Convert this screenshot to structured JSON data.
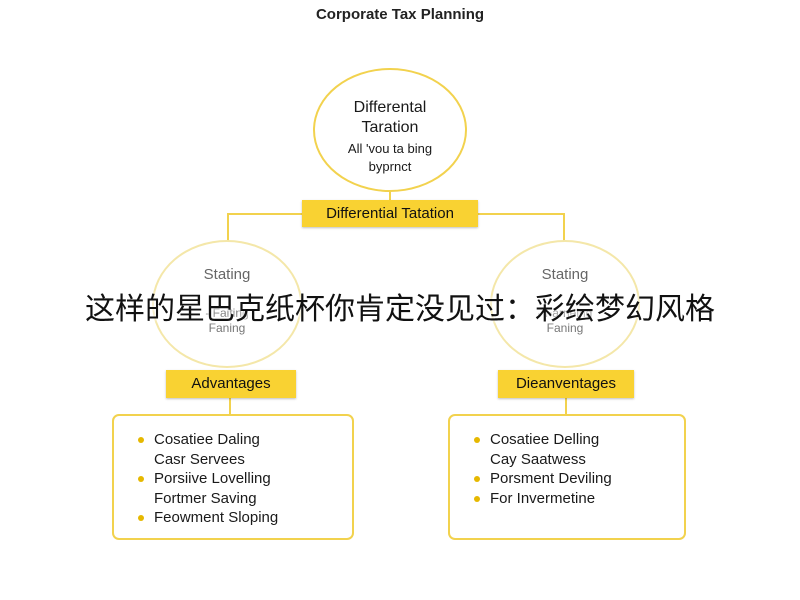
{
  "title": "Corporate Tax Planning",
  "top_node": {
    "heading_line1": "Differental",
    "heading_line2": "Taration",
    "sub_line1": "All 'vou ta bing",
    "sub_line2": "byprnct"
  },
  "center_label": "Differential Tatation",
  "left_node": {
    "line1": "Stating",
    "line2": "- Faiting",
    "line3": "Faning"
  },
  "right_node": {
    "line1": "Stating",
    "line2": "- Farneing",
    "line3": "Faning"
  },
  "advantages": {
    "label": "Advantages",
    "items": [
      {
        "text": "Cosatiee Daling",
        "bullet": true
      },
      {
        "text": "Casr Servees",
        "bullet": false
      },
      {
        "text": "Porsiive Lovelling",
        "bullet": true
      },
      {
        "text": "Fortmer Saving",
        "bullet": false
      },
      {
        "text": "Feowment Sloping",
        "bullet": true
      }
    ]
  },
  "disadvantages": {
    "label": "Dieanventages",
    "items": [
      {
        "text": "Cosatiee Delling",
        "bullet": true
      },
      {
        "text": "Cay Saatwess",
        "bullet": false
      },
      {
        "text": "Porsment Deviling",
        "bullet": true
      },
      {
        "text": "For Invermetine",
        "bullet": true
      }
    ]
  },
  "overlay_caption": "这样的星巴克纸杯你肯定没见过：彩绘梦幻风格",
  "colors": {
    "accent": "#f9d232",
    "border": "#f2d24e"
  }
}
